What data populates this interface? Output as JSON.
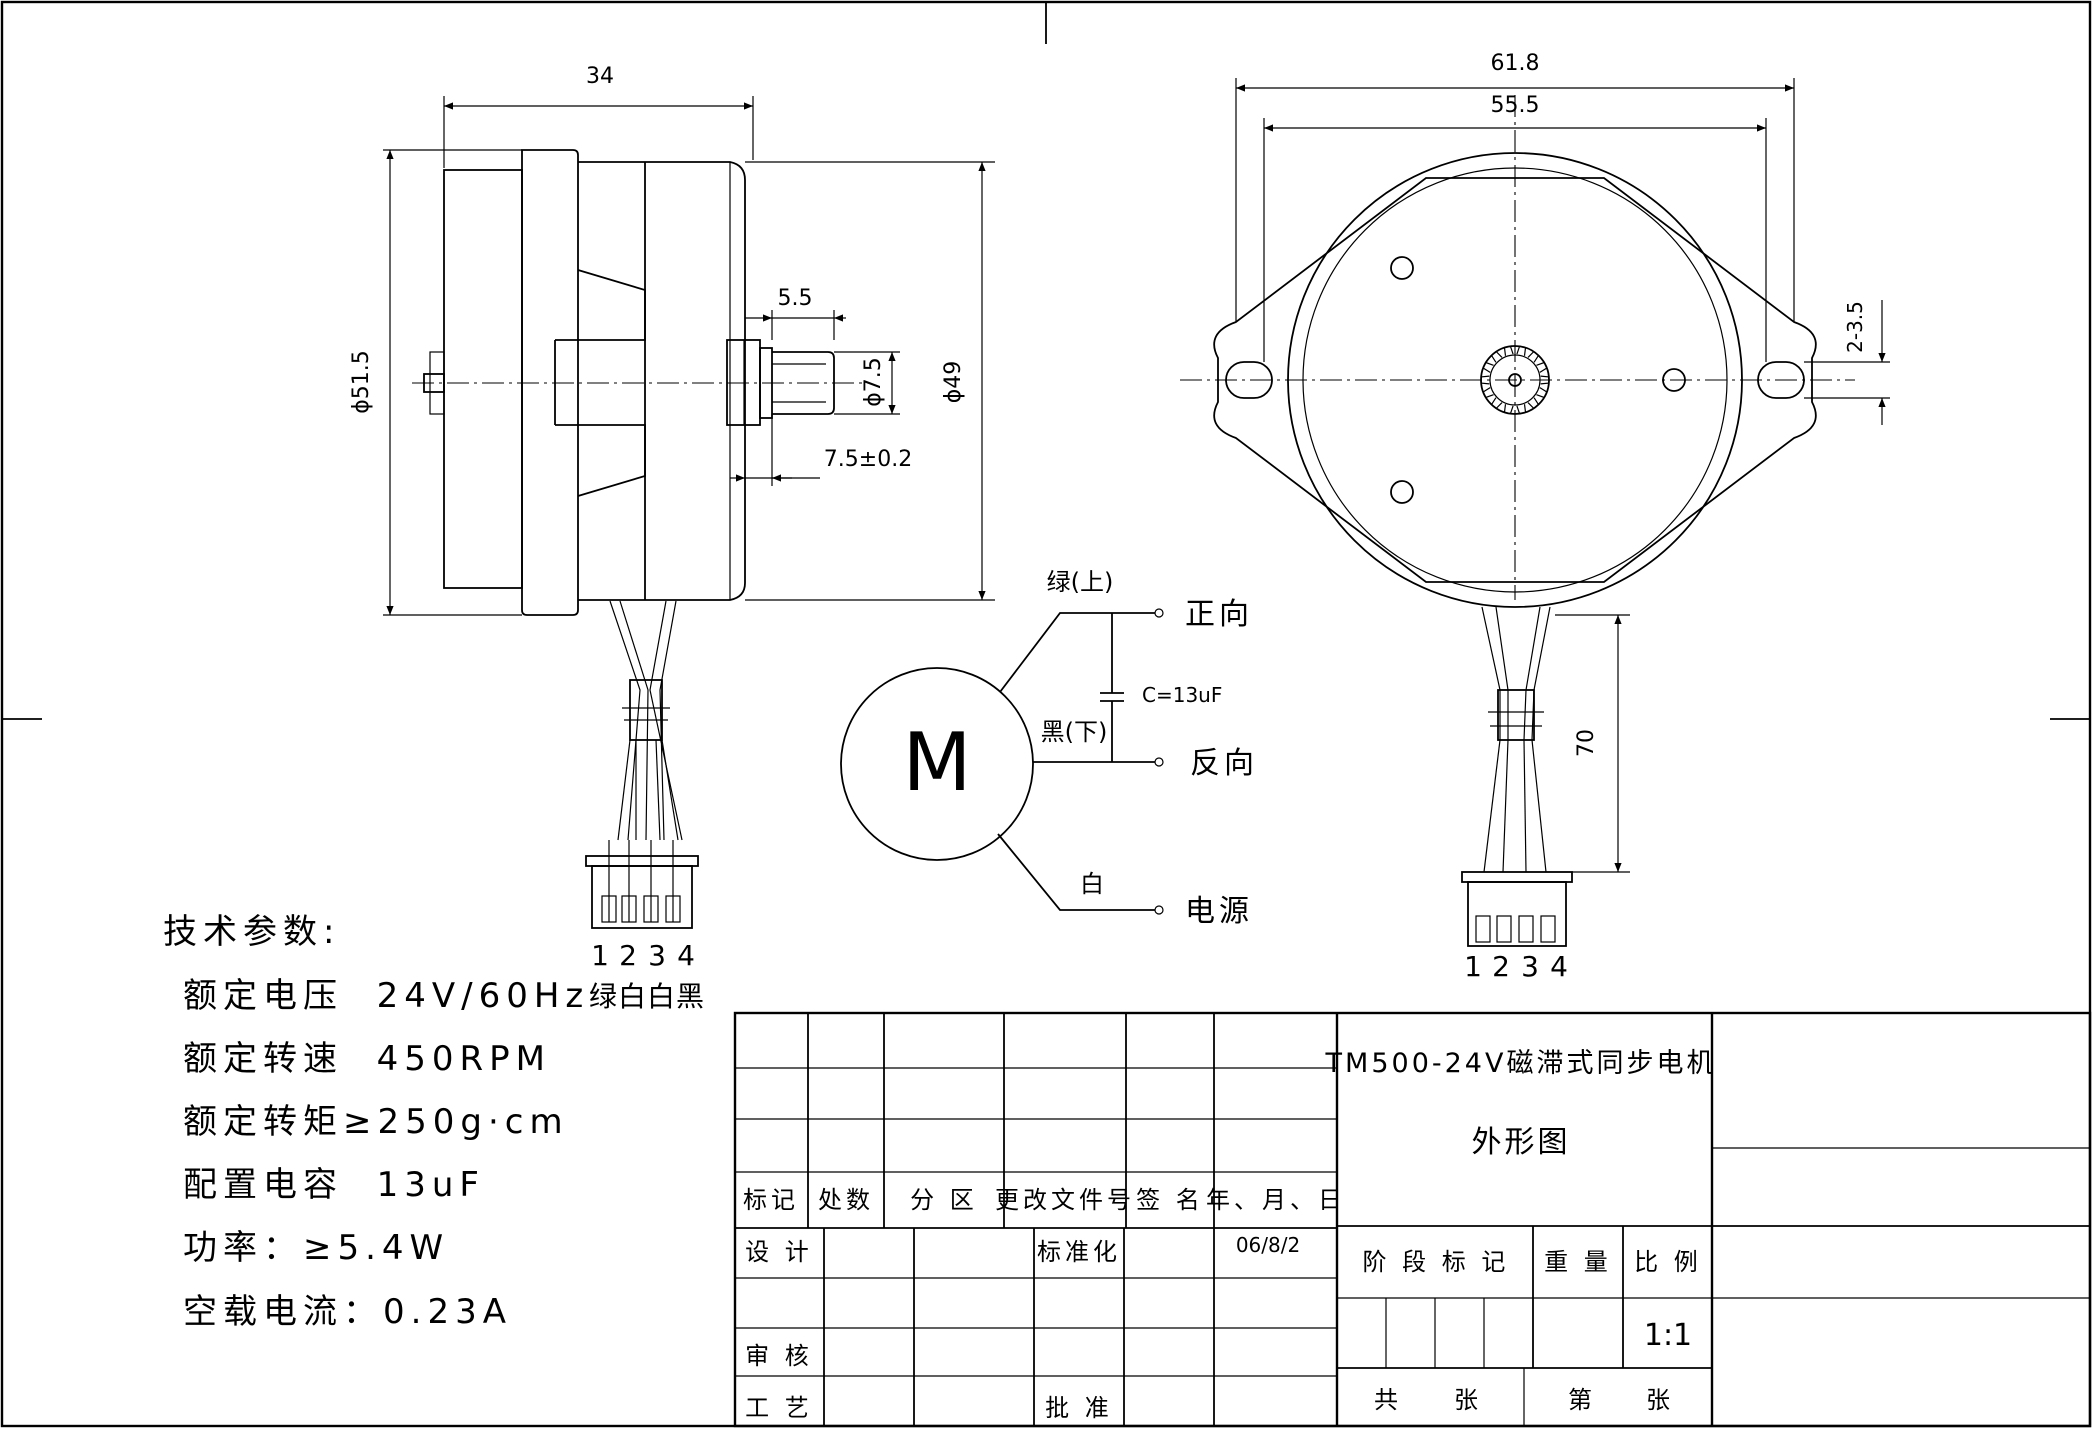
{
  "dimensions": {
    "side_length": "34",
    "side_diameter": "ϕ51.5",
    "can_diameter": "ϕ49",
    "shaft_length": "5.5",
    "shaft_diameter": "ϕ7.5",
    "shaft_offset": "7.5±0.2",
    "front_width": "61.8",
    "front_hole_spacing": "55.5",
    "mount_holes": "2-3.5",
    "lead_length": "70"
  },
  "connector_left": {
    "pins": [
      "1",
      "2",
      "3",
      "4"
    ],
    "colors": [
      "绿",
      "白",
      "白",
      "黑"
    ]
  },
  "connector_right": {
    "pins": [
      "1",
      "2",
      "3",
      "4"
    ]
  },
  "schematic": {
    "motor_label": "M",
    "wire_green": "绿(上)",
    "wire_black": "黑(下)",
    "wire_white": "白",
    "capacitor": "C=13uF",
    "terminal_forward": "正向",
    "terminal_reverse": "反向",
    "terminal_power": "电源"
  },
  "specs": {
    "title": "技术参数:",
    "lines": [
      "额定电压  24V/60Hz",
      "额定转速  450RPM",
      "额定转矩≥250g·cm",
      "配置电容  13uF",
      "功率：≥5.4W",
      "空载电流：0.23A"
    ]
  },
  "title_block": {
    "product_title": "TM500-24V磁滞式同步电机",
    "drawing_type": "外形图",
    "headers": [
      "标记",
      "处数",
      "分 区",
      "更改文件号",
      "签 名",
      "年、月、日"
    ],
    "design": "设 计",
    "standardize": "标准化",
    "date": "06/8/2",
    "review": "审 核",
    "process": "工 艺",
    "approve": "批 准",
    "stage_mark": "阶 段 标 记",
    "weight": "重 量",
    "scale_label": "比 例",
    "scale_value": "1:1",
    "total_sheets": "共",
    "sheet_unit": "张",
    "sheet_no": "第",
    "sheet_unit2": "张"
  }
}
